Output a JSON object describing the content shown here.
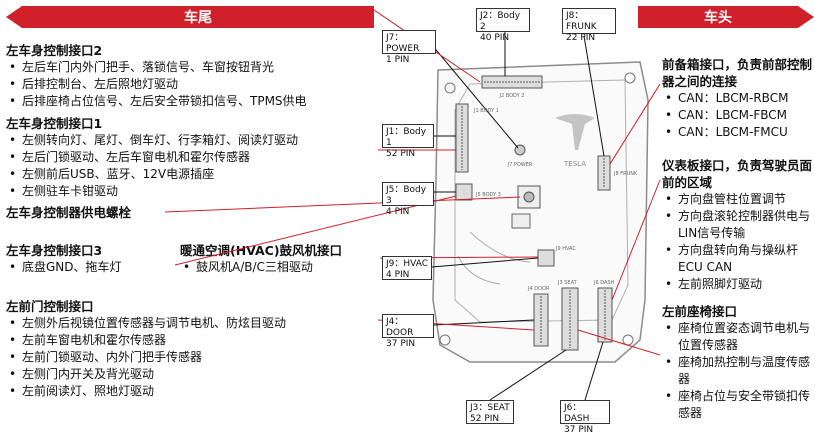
{
  "banners": {
    "tail": "车尾",
    "head": "车头"
  },
  "left_sections": [
    {
      "title": "左车身控制接口2",
      "items": [
        "左后车门内外门把手、落锁信号、车窗按钮背光",
        "后排控制台、左后照地灯驱动",
        "后排座椅占位信号、左后安全带锁扣信号、TPMS供电"
      ]
    },
    {
      "title": "左车身控制接口1",
      "items": [
        "左侧转向灯、尾灯、倒车灯、行李箱灯、阅读灯驱动",
        "左后门锁驱动、左后车窗电机和霍尔传感器",
        "左侧前后USB、蓝牙、12V电源插座",
        "左侧驻车卡钳驱动"
      ]
    },
    {
      "title": "左车身控制器供电螺栓",
      "items": []
    },
    {
      "title": "左车身控制接口3",
      "items": [
        "底盘GND、拖车灯"
      ]
    },
    {
      "title": "左前门控制接口",
      "items": [
        "左侧外后视镜位置传感器与调节电机、防炫目驱动",
        "左前车窗电机和霍尔传感器",
        "左前门锁驱动、内外门把手传感器",
        "左侧门内开关及背光驱动",
        "左前阅读灯、照地灯驱动"
      ]
    }
  ],
  "hvac_section": {
    "title": "暖通空调(HVAC)鼓风机接口",
    "items": [
      "鼓风机A/B/C三相驱动"
    ]
  },
  "right_sections": [
    {
      "title": "前备箱接口，负责前部控制器之间的连接",
      "items": [
        "CAN：LBCM-RBCM",
        "CAN：LBCM-FBCM",
        "CAN：LBCM-FMCU"
      ]
    },
    {
      "title": "仪表板接口，负责驾驶员面前的区域",
      "items": [
        "方向盘管柱位置调节",
        "方向盘滚轮控制器供电与LIN信号传输",
        "方向盘转向角与操纵杆ECU CAN",
        "左前照脚灯驱动"
      ]
    },
    {
      "title": "左前座椅接口",
      "items": [
        "座椅位置姿态调节电机与位置传感器",
        "座椅加热控制与温度传感器",
        "座椅占位与安全带锁扣传感器"
      ]
    }
  ],
  "callouts": {
    "j7": {
      "name": "J7：POWER",
      "pins": "1 PIN"
    },
    "j2": {
      "name": "J2：Body 2",
      "pins": "40 PIN"
    },
    "j8": {
      "name": "J8：FRUNK",
      "pins": "22 PIN"
    },
    "j1": {
      "name": "J1：Body 1",
      "pins": "52 PIN"
    },
    "j5": {
      "name": "J5：Body 3",
      "pins": "4 PIN"
    },
    "j9": {
      "name": "J9：HVAC",
      "pins": "4 PIN"
    },
    "j4": {
      "name": "J4：DOOR",
      "pins": "37 PIN"
    },
    "j3": {
      "name": "J3：SEAT",
      "pins": "52 PIN"
    },
    "j6": {
      "name": "J6：DASH",
      "pins": "37 PIN"
    }
  },
  "board_labels": {
    "j2": "J2 BODY 2",
    "j1": "J1 BODY 1",
    "j7": "J7 POWER",
    "j8": "J8 FRUNK",
    "j5": "J5 BODY 3",
    "j9": "J9 HVAC",
    "j4": "J4 DOOR",
    "j3": "J3 SEAT",
    "j6": "J6 DASH",
    "brand": "TESLA"
  },
  "colors": {
    "accent": "#d0202a",
    "board": "#8c8c8c",
    "text": "#111111"
  }
}
